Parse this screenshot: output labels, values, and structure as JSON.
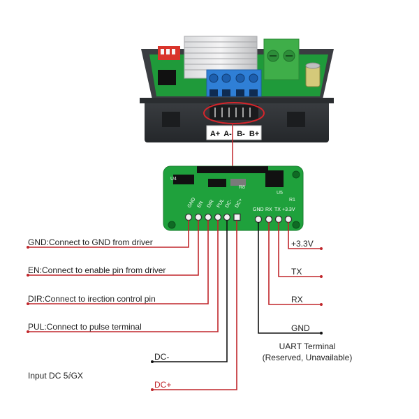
{
  "terminals": {
    "a_plus": "A+",
    "a_minus": "A-",
    "b_minus": "B-",
    "b_plus": "B+"
  },
  "board_pins": {
    "gnd": "GND",
    "en": "EN",
    "dir": "DIR",
    "pul": "PUL",
    "dc_minus": "DC-",
    "dc_plus": "DC+"
  },
  "uart_pins": {
    "gnd": "GND",
    "rx": "RX",
    "tx": "TX",
    "v33": "+3.3V"
  },
  "silkscreen": {
    "u4": "U4",
    "u5": "U5",
    "r1": "R1",
    "r8": "R8"
  },
  "left_labels": {
    "gnd": "GND:Connect to GND from driver",
    "en": "EN:Connect to enable pin from driver",
    "dir": "DIR:Connect to irection control pin",
    "pul": "PUL:Connect to pulse terminal",
    "input": "Input DC 5ⅈGX",
    "dc_minus": "DC-",
    "dc_plus": "DC+"
  },
  "right_labels": {
    "v33": "+3.3V",
    "tx": "TX",
    "rx": "RX",
    "gnd": "GND"
  },
  "uart_caption": {
    "line1": "UART Terminal",
    "line2": "(Reserved, Unavailable)"
  },
  "colors": {
    "pcb_green": "#1fa13c",
    "wire_red": "#c0262b",
    "wire_black": "#111111",
    "case_dark": "#2f3235",
    "terminal_blue": "#2f7fd6",
    "terminal_green": "#3fae49"
  }
}
